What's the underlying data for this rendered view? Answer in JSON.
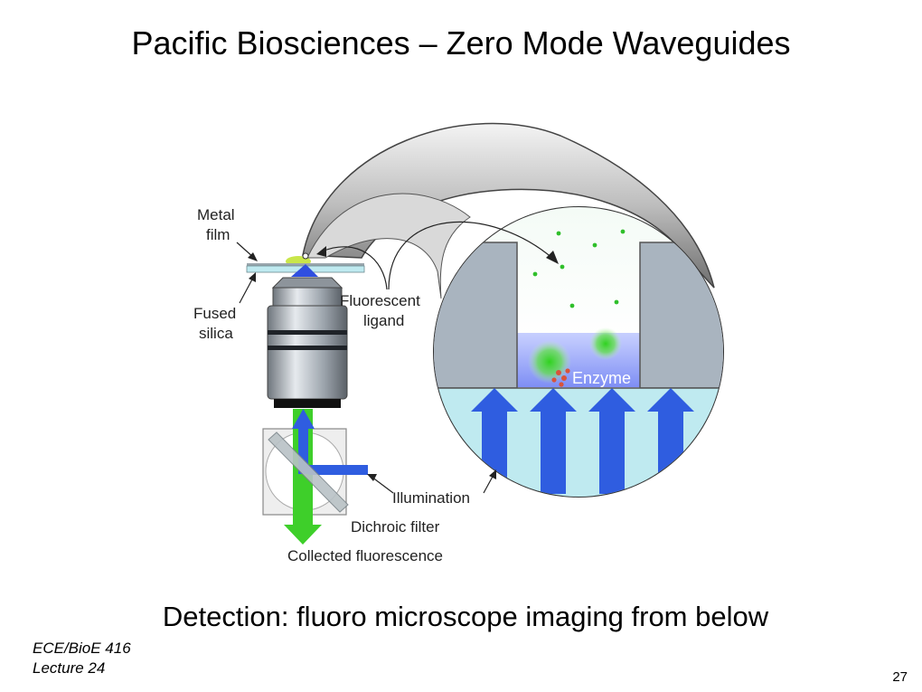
{
  "slide": {
    "title": "Pacific Biosciences – Zero Mode Waveguides",
    "caption": "Detection: fluoro microscope imaging from below",
    "footer": {
      "course": "ECE/BioE 416",
      "lecture": "Lecture 24"
    },
    "page_number": "27"
  },
  "diagram": {
    "labels": {
      "metal_film_line1": "Metal",
      "metal_film_line2": "film",
      "fused_silica_line1": "Fused",
      "fused_silica_line2": "silica",
      "fluorescent_ligand_line1": "Fluorescent",
      "fluorescent_ligand_line2": "ligand",
      "enzyme": "Enzyme",
      "illumination": "Illumination",
      "dichroic_filter": "Dichroic filter",
      "collected_fluorescence": "Collected fluorescence"
    },
    "colors": {
      "illumination_blue": "#2f5de0",
      "fluorescence_green": "#3ecf2a",
      "glass_cyan": "#bfeaf0",
      "metal_gray": "#a9b4bf",
      "objective_gray": "#9aa2aa"
    }
  }
}
